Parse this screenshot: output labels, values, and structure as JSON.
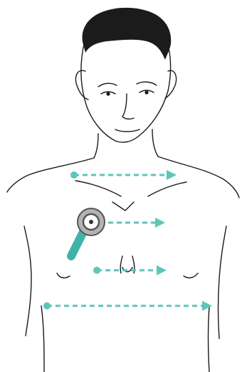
{
  "figure": {
    "subject": "torso-outline",
    "icon": "stethoscope-chestpiece-icon",
    "colors": {
      "line": "#1a1a1a",
      "hair": "#1b1b1b",
      "accent": "#5cc6bb",
      "accent_dark": "#3fb3a8",
      "device_gray": "#b3b3b3",
      "device_dark": "#555555"
    },
    "sweep_arrows": [
      {
        "name": "upper-chest-sweep",
        "direction": "right"
      },
      {
        "name": "mid-chest-sweep",
        "direction": "right"
      },
      {
        "name": "lower-chest-sweep",
        "direction": "right"
      },
      {
        "name": "abdomen-sweep",
        "direction": "right"
      }
    ]
  }
}
